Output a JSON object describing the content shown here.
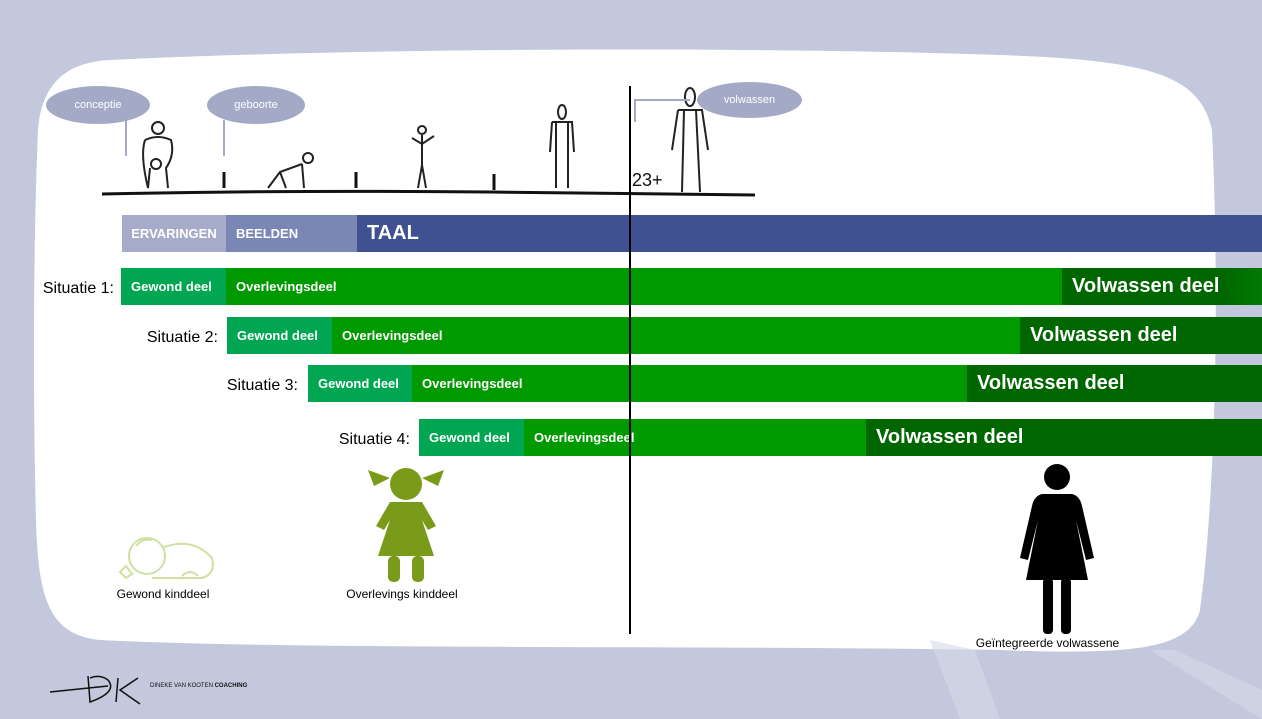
{
  "timeline": {
    "bubbles": {
      "conceptie": "conceptie",
      "geboorte": "geboorte",
      "volwassen": "volwassen"
    },
    "age_label": "23+"
  },
  "stages": {
    "ervaringen": "ERVARINGEN",
    "beelden": "BEELDEN",
    "taal": "TAAL"
  },
  "situations": [
    {
      "label": "Situatie 1:",
      "gewond": "Gewond deel",
      "overlevings": "Overlevingsdeel",
      "volwassen": "Volwassen deel"
    },
    {
      "label": "Situatie 2:",
      "gewond": "Gewond deel",
      "overlevings": "Overlevingsdeel",
      "volwassen": "Volwassen deel"
    },
    {
      "label": "Situatie 3:",
      "gewond": "Gewond deel",
      "overlevings": "Overlevingsdeel",
      "volwassen": "Volwassen deel"
    },
    {
      "label": "Situatie 4:",
      "gewond": "Gewond deel",
      "overlevings": "Overlevingsdeel",
      "volwassen": "Volwassen deel"
    }
  ],
  "figures": {
    "baby": "Gewond kinddeel",
    "child": "Overlevings kinddeel",
    "adult": "Geïntegreerde volwassene"
  },
  "logo": {
    "initials": "DK",
    "text": "DINEKE VAN KOOTEN",
    "text_bold": "COACHING"
  },
  "colors": {
    "ervaringen": "#a5abc8",
    "beelden": "#7a87b5",
    "taal": "#3f5190",
    "gewond": "#00a651",
    "overlevings": "#009900",
    "volwassen": "#006600",
    "figure_green": "#7a9a1a"
  }
}
